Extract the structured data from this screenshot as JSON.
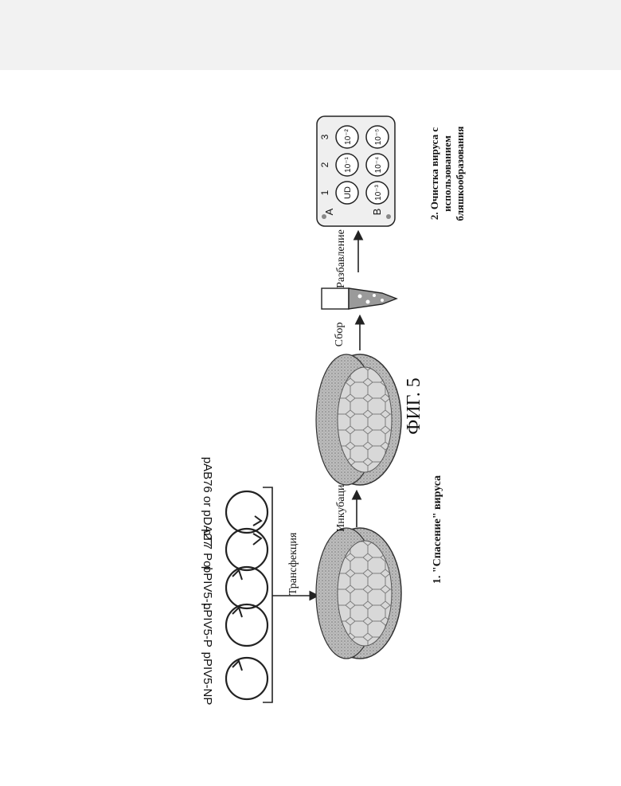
{
  "figure": {
    "caption": "ФИГ. 5",
    "plasmids": [
      "pPIV5-NP",
      "pPIV5-P",
      "pPIV5-L",
      "pT7 Pol",
      "pAB76 or pDA27"
    ],
    "steps": {
      "transfection": "Трансфекция",
      "incubation": "Инкубация",
      "harvest": "Сбор",
      "dilution": "Разбавление"
    },
    "stage_titles": {
      "rescue": "1. \"Спасение\" вируса",
      "purification_line1": "2. Очистка вируса с",
      "purification_line2": "использованием",
      "purification_line3": "бляшкообразования"
    },
    "plate": {
      "row_labels": [
        "A",
        "B"
      ],
      "column_labels": [
        "1",
        "2",
        "3"
      ],
      "wells_row_a": [
        "UD",
        "10⁻¹",
        "10⁻²"
      ],
      "wells_row_b": [
        "10⁻³",
        "10⁻⁴",
        "10⁻⁵"
      ]
    }
  }
}
